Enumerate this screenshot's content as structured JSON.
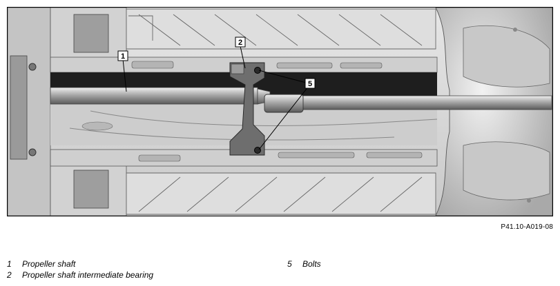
{
  "figure": {
    "callouts": [
      {
        "number": "1"
      },
      {
        "number": "2"
      },
      {
        "number": "5"
      }
    ],
    "reference_code": "P41.10-A019-08"
  },
  "legend": [
    {
      "number": "1",
      "label": "Propeller shaft"
    },
    {
      "number": "2",
      "label": "Propeller shaft intermediate bearing"
    },
    {
      "number": "5",
      "label": "Bolts"
    }
  ],
  "colors": {
    "panel": "#d9d9d9",
    "shaft": "#8c8c8c",
    "dark_channel": "#1e1e1e",
    "bracket": "#6e6e6e"
  }
}
